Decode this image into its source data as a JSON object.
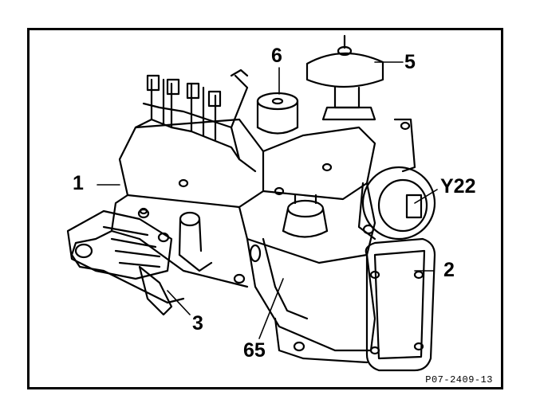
{
  "diagram": {
    "callouts": {
      "c1": "1",
      "c2": "2",
      "c3": "3",
      "c5": "5",
      "c6": "6",
      "c65": "65",
      "cY22": "Y22"
    },
    "figure_code": "P07-2409-13"
  }
}
